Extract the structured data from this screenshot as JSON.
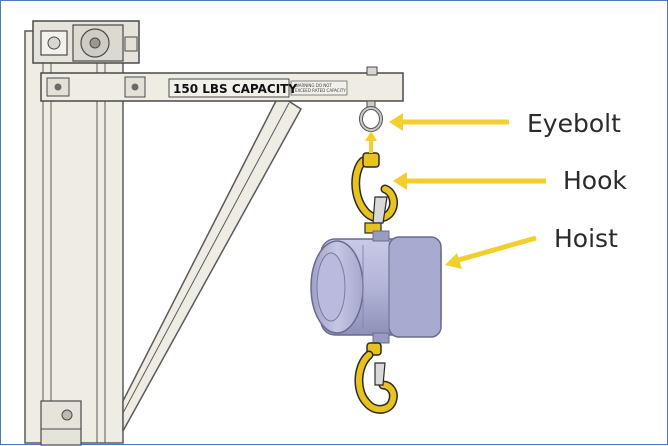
{
  "beam": {
    "capacity_text": "150 LBS CAPACITY",
    "fine_print_line1": "WARNING DO NOT",
    "fine_print_line2": "EXCEED RATED CAPACITY"
  },
  "callouts": [
    {
      "id": "eyebolt",
      "label": "Eyebolt"
    },
    {
      "id": "hook",
      "label": "Hook"
    },
    {
      "id": "hoist",
      "label": "Hoist"
    }
  ],
  "colors": {
    "frame_fill": "#efece4",
    "frame_stroke": "#5a5a5a",
    "hoist_fill": "#b6b7d9",
    "hook_yellow": "#e8c21e",
    "arrow_yellow": "#f3cf2e",
    "border_blue": "#4a7ab8"
  }
}
